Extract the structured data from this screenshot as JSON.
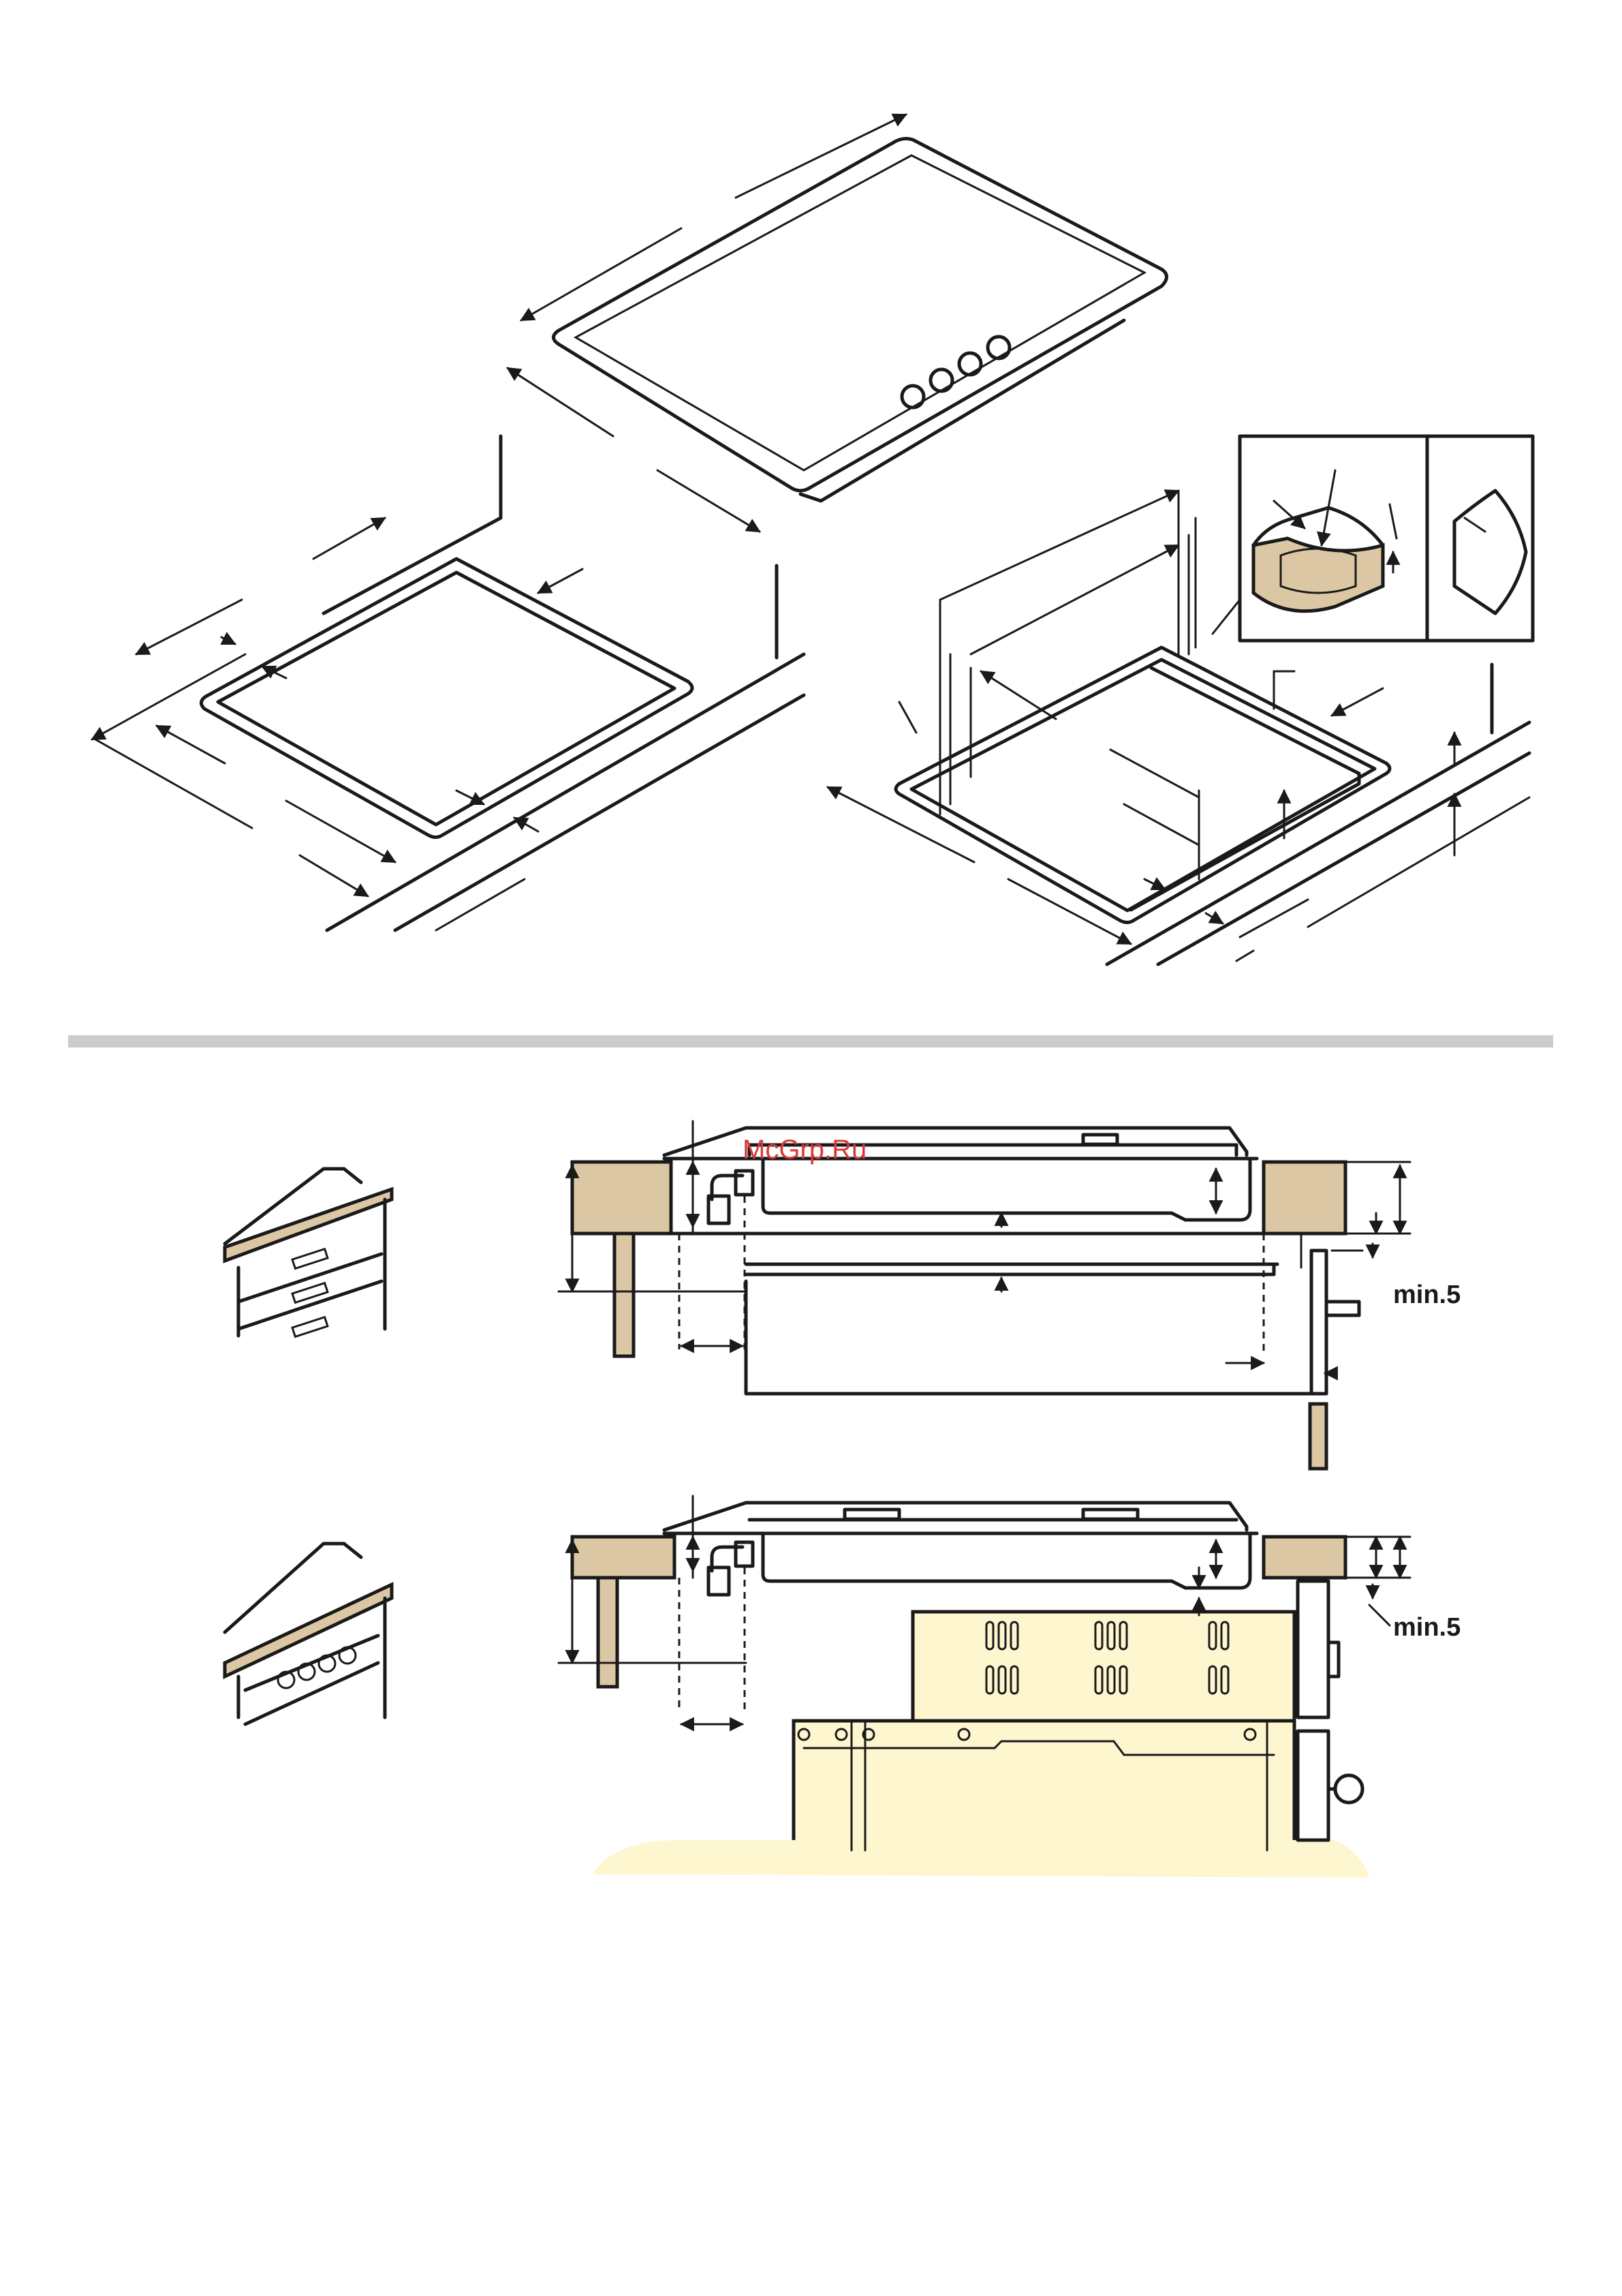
{
  "labels": {
    "min_upper": "min.5",
    "min_lower": "min.5"
  },
  "watermark": "McGrp.Ru",
  "colors": {
    "worktop_wood": "#dcc7a4",
    "oven_cream": "#fdf6cf",
    "divider_gray": "#cccccc",
    "watermark_red": "#d83a3a"
  }
}
